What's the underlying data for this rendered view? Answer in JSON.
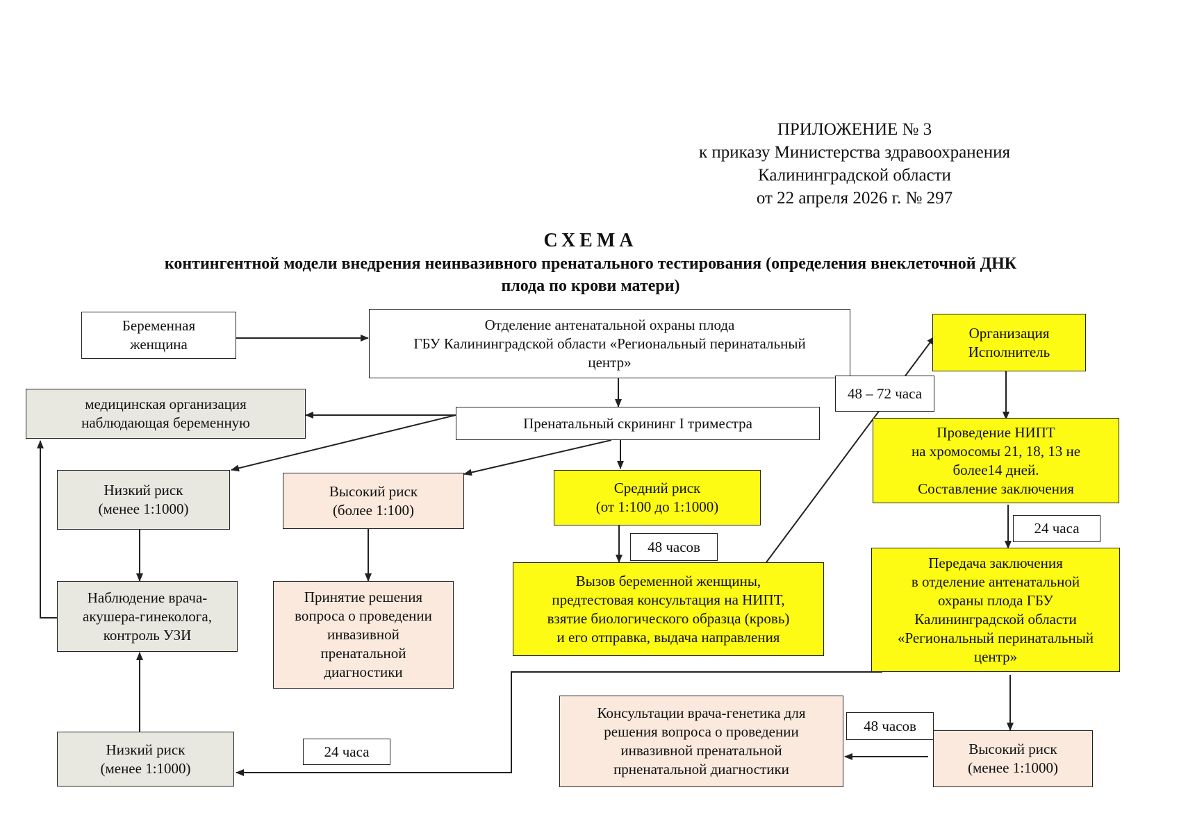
{
  "header": {
    "line1": "ПРИЛОЖЕНИЕ № 3",
    "line2": "к приказу Министерства здравоохранения",
    "line3": "Калининградской области",
    "line4": "от 22 апреля 2026 г. № 297"
  },
  "title": {
    "line1": "СХЕМА",
    "line2": "контингентной модели внедрения неинвазивного пренатального тестирования (определения внеклеточной ДНК",
    "line3": "плода по крови матери)"
  },
  "colors": {
    "yellow": "#fdfb14",
    "gray": "#e9e8e0",
    "peach": "#fbe9dd",
    "line": "#222222"
  },
  "nodes": {
    "pregnant": "Беременная\nженщина",
    "department": "Отделение антенатальной охраны плода\nГБУ Калининградской области «Региональный перинатальный\nцентр»",
    "med_org": "медицинская организация\nнаблюдающая беременную",
    "screening": "Пренатальный скрининг I триместра",
    "low_risk_1": "Низкий риск\n(менее 1:1000)",
    "high_risk_1": "Высокий риск\n(более 1:100)",
    "medium_risk": "Средний риск\n(от 1:100 до 1:1000)",
    "observation": "Наблюдение  врача-\nакушера-гинеколога,\nконтроль УЗИ",
    "decision": "Принятие решения\nвопроса о проведении\nинвазивной\nпренатальной\nдиагностики",
    "call_pregnant": "Вызов беременной женщины,\nпредтестовая консультация на НИПТ,\nвзятие биологического образца  (кровь)\nи его отправка, выдача направления",
    "org_executor": "Организация\nИсполнитель",
    "nipt": "Проведение НИПТ\nна хромосомы 21, 18, 13 не\nболее14 дней.\nСоставление заключения",
    "transfer": "Передача заключения\nв отделение антенатальной\nохраны плода ГБУ\nКалининградской области\n«Региональный перинатальный\nцентр»",
    "low_risk_2": "Низкий риск\n(менее 1:1000)",
    "genetic_consult": "Консультации врача-генетика для\nрешения вопроса о проведении\nинвазивной пренатальной\nпрненатальной диагностики",
    "high_risk_2": "Высокий риск\n(менее 1:1000)"
  },
  "labels": {
    "h48_72": "48 – 72 часа",
    "h48_a": "48 часов",
    "h24_a": "24 часа",
    "h24_b": "24 часа",
    "h48_b": "48 часов"
  }
}
